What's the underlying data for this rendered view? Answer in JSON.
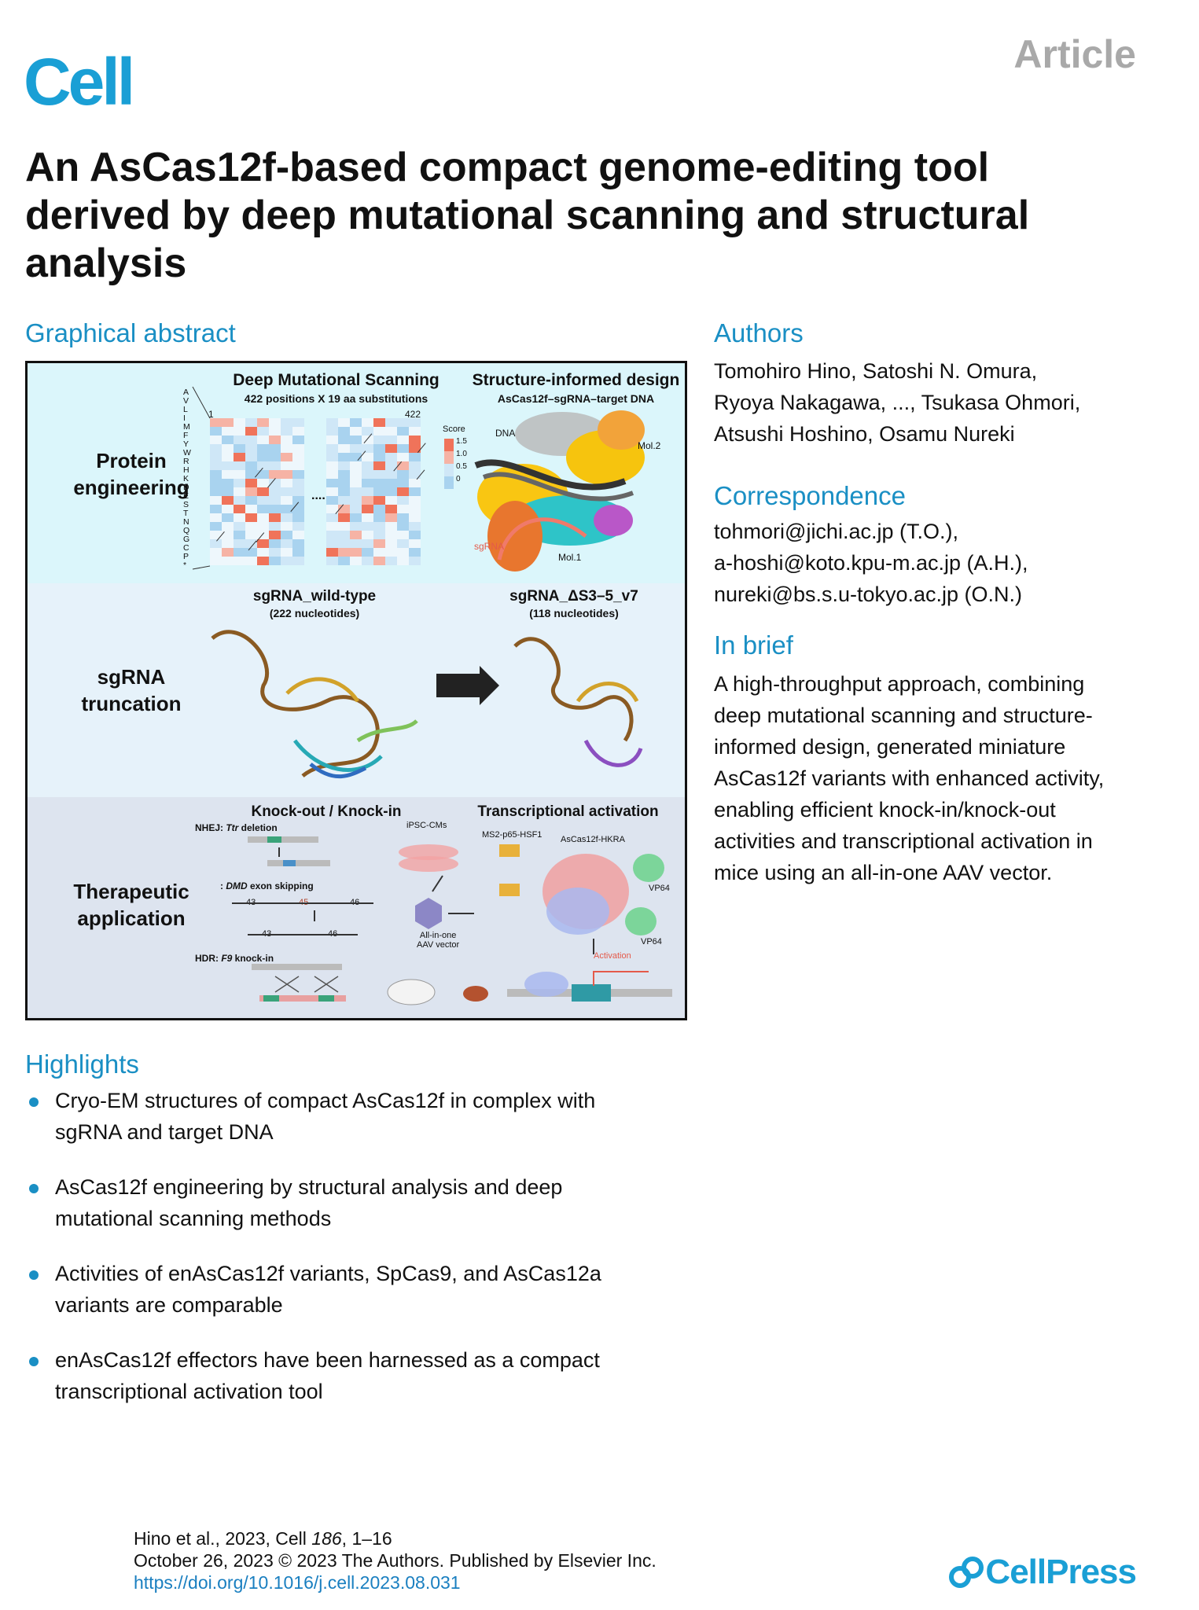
{
  "header": {
    "journal": "Cell",
    "article_type": "Article"
  },
  "title": "An AsCas12f-based compact genome-editing tool derived by deep mutational scanning and structural analysis",
  "graphical_abstract": {
    "heading": "Graphical abstract",
    "rows": [
      {
        "label_line1": "Protein",
        "label_line2": "engineering"
      },
      {
        "label_line1": "sgRNA",
        "label_line2": "truncation"
      },
      {
        "label_line1": "Therapeutic",
        "label_line2": "application"
      }
    ],
    "dms": {
      "title": "Deep Mutational Scanning",
      "subtitle": "422 positions X 19 aa substitutions",
      "pos_start": "1",
      "pos_end": "422",
      "score_label": "Score",
      "score_ticks": [
        "1.5",
        "1.0",
        "0.5",
        "0"
      ],
      "ellipsis": "....",
      "amino_acids": [
        "A",
        "V",
        "L",
        "I",
        "M",
        "F",
        "Y",
        "W",
        "R",
        "H",
        "K",
        "D",
        "E",
        "S",
        "T",
        "N",
        "Q",
        "G",
        "C",
        "P",
        "*"
      ]
    },
    "structure": {
      "title": "Structure-informed design",
      "subtitle": "AsCas12f–sgRNA–target DNA",
      "label_dna": "DNA",
      "label_mol2": "Mol.2",
      "label_sgrna": "sgRNA",
      "label_mol1": "Mol.1"
    },
    "sgrna_wt": {
      "title": "sgRNA_wild-type",
      "subtitle": "(222 nucleotides)"
    },
    "sgrna_v7": {
      "title": "sgRNA_ΔS3–5_v7",
      "subtitle": "(118 nucleotides)"
    },
    "therapeutic": {
      "ko_title": "Knock-out / Knock-in",
      "nhej_prefix": "NHEJ: ",
      "nhej_gene": "Ttr",
      "nhej_suffix": " deletion",
      "dmd_prefix": ": ",
      "dmd_gene": "DMD",
      "dmd_suffix": " exon skipping",
      "exon_43": "43",
      "exon_45": "45",
      "exon_46": "46",
      "hdr_prefix": "HDR: ",
      "hdr_gene": "F9",
      "hdr_suffix": " knock-in",
      "ipsc": "iPSC-CMs",
      "aav_line1": "All-in-one",
      "aav_line2": "AAV vector",
      "ta_title": "Transcriptional activation",
      "ms2": "MS2-p65-HSF1",
      "hkra": "AsCas12f-HKRA",
      "vp64_a": "VP64",
      "vp64_b": "VP64",
      "activation": "Activation"
    },
    "colors": {
      "row1_bg": "#dbf6fb",
      "row2_bg": "#e6f2fa",
      "row3_bg": "#dde4ef",
      "heat_high": "#f0735a",
      "heat_low": "#d9eef9"
    }
  },
  "authors": {
    "heading": "Authors",
    "line1": "Tomohiro Hino, Satoshi N. Omura,",
    "line2": "Ryoya Nakagawa, ..., Tsukasa Ohmori,",
    "line3": "Atsushi Hoshino, Osamu Nureki"
  },
  "correspondence": {
    "heading": "Correspondence",
    "line1": "tohmori@jichi.ac.jp (T.O.),",
    "line2": "a-hoshi@koto.kpu-m.ac.jp (A.H.),",
    "line3": "nureki@bs.s.u-tokyo.ac.jp (O.N.)"
  },
  "in_brief": {
    "heading": "In brief",
    "lines": [
      "A high-throughput approach, combining",
      "deep mutational scanning and structure-",
      "informed design, generated miniature",
      "AsCas12f variants with enhanced activity,",
      "enabling efficient knock-in/knock-out",
      "activities and transcriptional activation in",
      "mice using an all-in-one AAV vector."
    ]
  },
  "highlights": {
    "heading": "Highlights",
    "items": [
      {
        "line1": "Cryo-EM structures of compact AsCas12f in complex with",
        "line2": "sgRNA and target DNA"
      },
      {
        "line1": "AsCas12f engineering by structural analysis and deep",
        "line2": "mutational scanning methods"
      },
      {
        "line1": "Activities of enAsCas12f variants, SpCas9, and AsCas12a",
        "line2": "variants are comparable"
      },
      {
        "line1": "enAsCas12f effectors have been harnessed as a compact",
        "line2": "transcriptional activation tool"
      }
    ]
  },
  "footer": {
    "cite_prefix": "Hino et al., 2023, Cell ",
    "cite_volume": "186",
    "cite_suffix": ", 1–16",
    "date_line": "October 26, 2023 © 2023 The Authors. Published by Elsevier Inc.",
    "doi": "https://doi.org/10.1016/j.cell.2023.08.031",
    "publisher": "CellPress"
  }
}
